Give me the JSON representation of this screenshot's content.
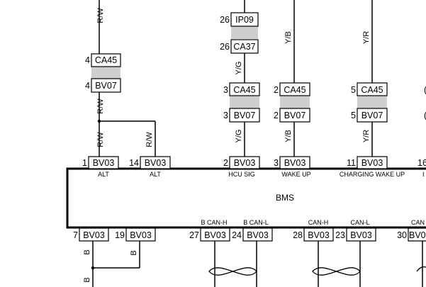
{
  "module_label": "BMS",
  "upper_wire_colors": {
    "w1_top": "R/W",
    "w1_mid": "R/W",
    "w1_low": "R/W",
    "w2_low": "R/W",
    "w3_top": "Y/G",
    "w3_low": "Y/G",
    "w4_top": "Y/B",
    "w4_low": "Y/B",
    "w5_top": "Y/R",
    "w5_low": "Y/R"
  },
  "inline_connectors": [
    {
      "pin": "26",
      "code": "IP09"
    },
    {
      "pin": "26",
      "code": "CA37"
    },
    {
      "pin": "4",
      "code": "CA45"
    },
    {
      "pin": "4",
      "code": "BV07"
    },
    {
      "pin": "3",
      "code": "CA45"
    },
    {
      "pin": "3",
      "code": "BV07"
    },
    {
      "pin": "2",
      "code": "CA45"
    },
    {
      "pin": "2",
      "code": "BV07"
    },
    {
      "pin": "5",
      "code": "CA45"
    },
    {
      "pin": "5",
      "code": "BV07"
    }
  ],
  "top_pins": [
    {
      "pin": "1",
      "code": "BV03",
      "signal": "ALT"
    },
    {
      "pin": "14",
      "code": "BV03",
      "signal": "ALT"
    },
    {
      "pin": "2",
      "code": "BV03",
      "signal": "HCU SIG"
    },
    {
      "pin": "3",
      "code": "BV03",
      "signal": "WAKE UP"
    },
    {
      "pin": "11",
      "code": "BV03",
      "signal": "CHARGING WAKE UP"
    },
    {
      "pin": "16",
      "code": "",
      "signal": ""
    }
  ],
  "bottom_pins": [
    {
      "pin": "7",
      "code": "BV03",
      "signal": ""
    },
    {
      "pin": "19",
      "code": "BV03",
      "signal": ""
    },
    {
      "pin": "27",
      "code": "BV03",
      "signal": "B CAN-H"
    },
    {
      "pin": "24",
      "code": "BV03",
      "signal": "B CAN-L"
    },
    {
      "pin": "28",
      "code": "BV03",
      "signal": "CAN-H"
    },
    {
      "pin": "23",
      "code": "BV03",
      "signal": "CAN-L"
    },
    {
      "pin": "30",
      "code": "BV0",
      "signal": "CAN"
    }
  ],
  "lower_wire_colors": {
    "w1": "B",
    "w2": "B",
    "w3": "B"
  },
  "edge_partial": {
    "right_top_1": "(",
    "right_top_2": "(",
    "right_top_3": "I"
  }
}
